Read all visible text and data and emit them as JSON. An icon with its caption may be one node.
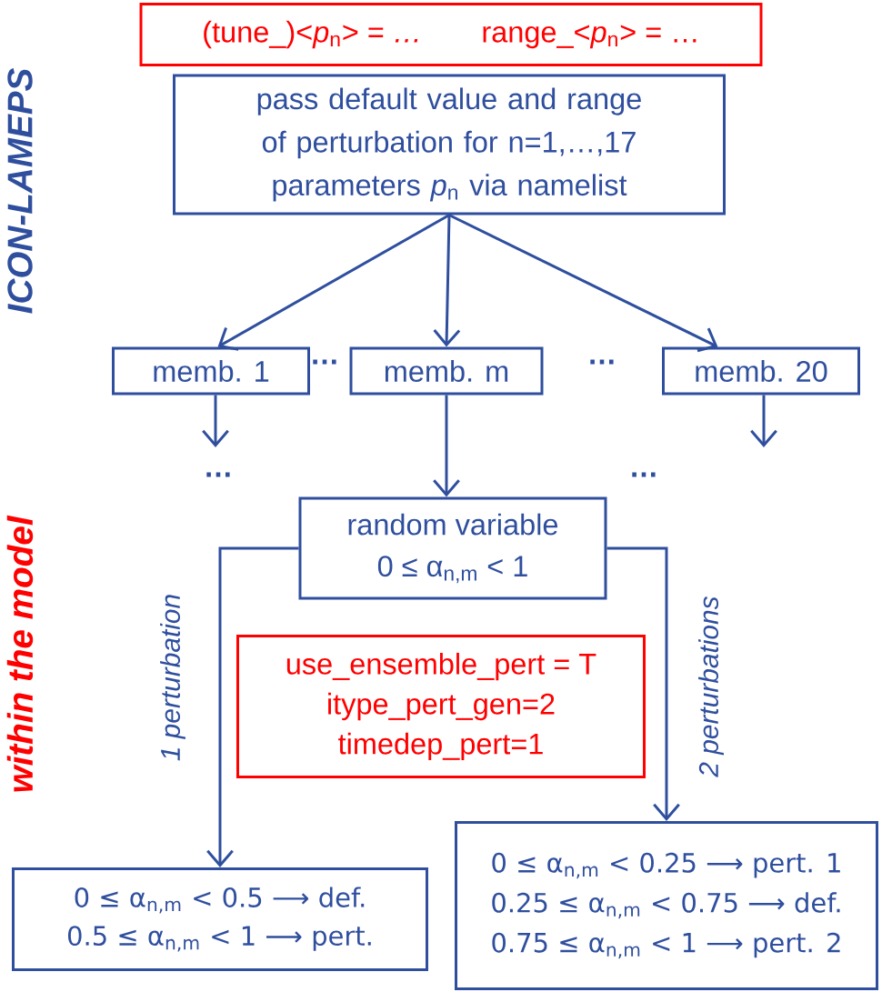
{
  "diagram": {
    "nodes": [
      {
        "text": [
          "(tune_)<*p*$_{n}$> = *…*",
          "range_<*p*$_{n}$> = …"
        ]
      },
      {
        "text": [
          "pass default value and range of perturbation for n=1,…,17 parameters *p*$_{n}$ via namelist"
        ]
      },
      {
        "text": [
          "memb. 1"
        ]
      },
      {
        "text": [
          "memb. m"
        ]
      },
      {
        "text": [
          "memb. 20"
        ]
      },
      {
        "text": [
          "random variable",
          "0 ≤ α$_{n,m}$ < 1"
        ]
      },
      {
        "text": [
          "use_ensemble_pert = T",
          "itype_pert_gen=2",
          "timedep_pert=1"
        ]
      },
      {
        "text": [
          "0 ≤ α$_{n,m}$ < 0.5 ⟶ def.",
          "0.5 ≤ α$_{n,m}$ < 1 ⟶ pert."
        ]
      },
      {
        "text": [
          "0 ≤ α$_{n,m}$ < 0.25 ⟶ pert. 1",
          "0.25 ≤ α$_{n,m}$ < 0.75 ⟶ def.",
          "0.75 ≤ α$_{n,m}$ < 1 ⟶ pert. 2"
        ]
      }
    ],
    "edges": [
      {
        "from": 1,
        "to": 2,
        "arrow": "to"
      },
      {
        "from": 1,
        "to": 3,
        "arrow": "to"
      },
      {
        "from": 1,
        "to": 4,
        "arrow": "to"
      },
      {
        "from": 2,
        "to": null,
        "arrow": "to"
      },
      {
        "from": 3,
        "to": 5,
        "arrow": "to"
      },
      {
        "from": 4,
        "to": null,
        "arrow": "to"
      },
      {
        "from": 5,
        "to": 7,
        "arrow": "to",
        "label": "1 perturbation"
      },
      {
        "from": 5,
        "to": 8,
        "arrow": "to",
        "label": "2 perturbations"
      }
    ],
    "labels": [
      "ICON-LAMEPS",
      "…",
      "…",
      "…",
      "…",
      "within the model"
    ]
  }
}
